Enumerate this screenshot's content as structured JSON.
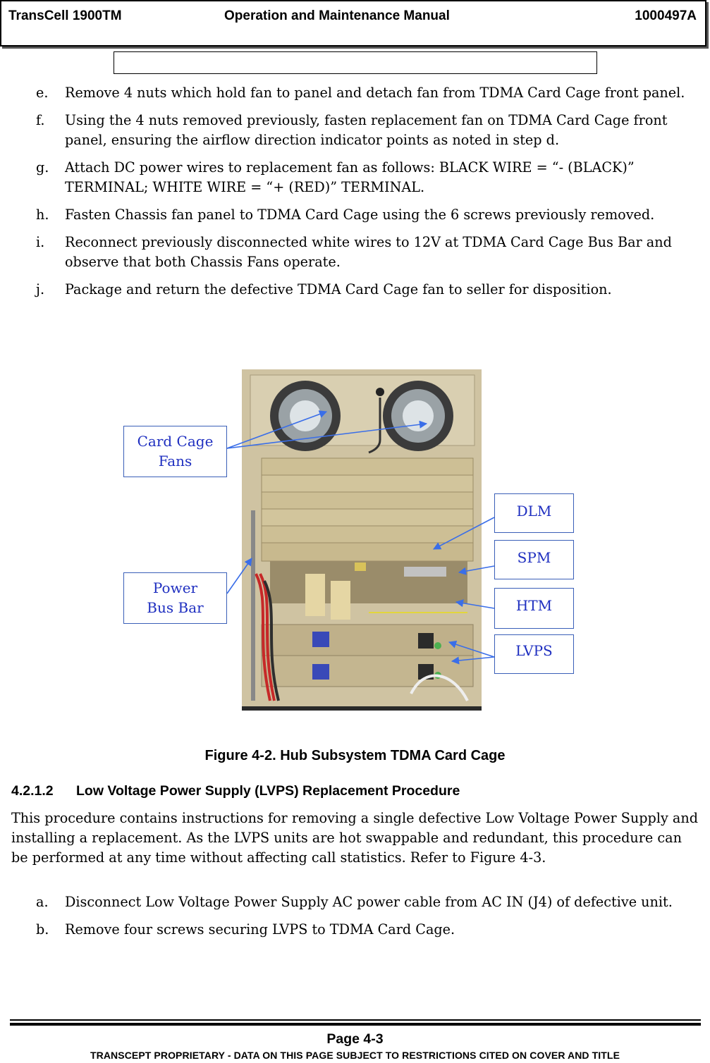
{
  "header": {
    "left": "TransCell 1900TM",
    "center": "Operation and Maintenance Manual",
    "right": "1000497A"
  },
  "steps_top": [
    {
      "marker": "e.",
      "text": "Remove 4 nuts which hold fan to panel and detach fan from TDMA Card Cage front panel."
    },
    {
      "marker": "f.",
      "text": "Using the 4 nuts removed previously, fasten replacement fan on TDMA Card Cage front panel, ensuring the airflow direction indicator points as noted in step d."
    },
    {
      "marker": "g.",
      "text": "Attach DC power wires to replacement fan as follows:  BLACK WIRE = “- (BLACK)” TERMINAL; WHITE WIRE = “+ (RED)” TERMINAL."
    },
    {
      "marker": "h.",
      "text": "Fasten Chassis fan panel to TDMA Card Cage using the 6 screws previously removed."
    },
    {
      "marker": "i.",
      "text": "Reconnect previously disconnected white wires to 12V at TDMA Card Cage Bus Bar and observe that both Chassis Fans operate."
    },
    {
      "marker": "j.",
      "text": "Package and return the defective TDMA Card Cage fan to seller for disposition."
    }
  ],
  "figure": {
    "callouts": {
      "card_cage_fans_1": "Card Cage",
      "card_cage_fans_2": "Fans",
      "power_bus_bar_1": "Power",
      "power_bus_bar_2": "Bus Bar",
      "dlm": "DLM",
      "spm": "SPM",
      "htm": "HTM",
      "lvps": "LVPS"
    },
    "caption": "Figure 4-2. Hub Subsystem TDMA Card Cage",
    "callout_color": "#1f2fc0",
    "arrow_color": "#3a6ee8"
  },
  "section": {
    "number": "4.2.1.2",
    "title": "Low Voltage Power Supply (LVPS) Replacement Procedure",
    "intro": "This procedure contains instructions for removing a single defective Low Voltage Power Supply and installing a replacement. As the LVPS units are hot swappable and redundant, this procedure can be performed at any time without affecting call statistics. Refer to Figure 4-3."
  },
  "steps_bottom": [
    {
      "marker": "a.",
      "text": "Disconnect Low Voltage Power Supply AC power cable from AC IN (J4) of defective unit."
    },
    {
      "marker": "b.",
      "text": "Remove four screws securing LVPS to TDMA Card Cage."
    }
  ],
  "footer": {
    "page": "Page 4-3",
    "proprietary": "TRANSCEPT PROPRIETARY - DATA ON THIS PAGE SUBJECT TO RESTRICTIONS CITED ON COVER AND TITLE"
  }
}
